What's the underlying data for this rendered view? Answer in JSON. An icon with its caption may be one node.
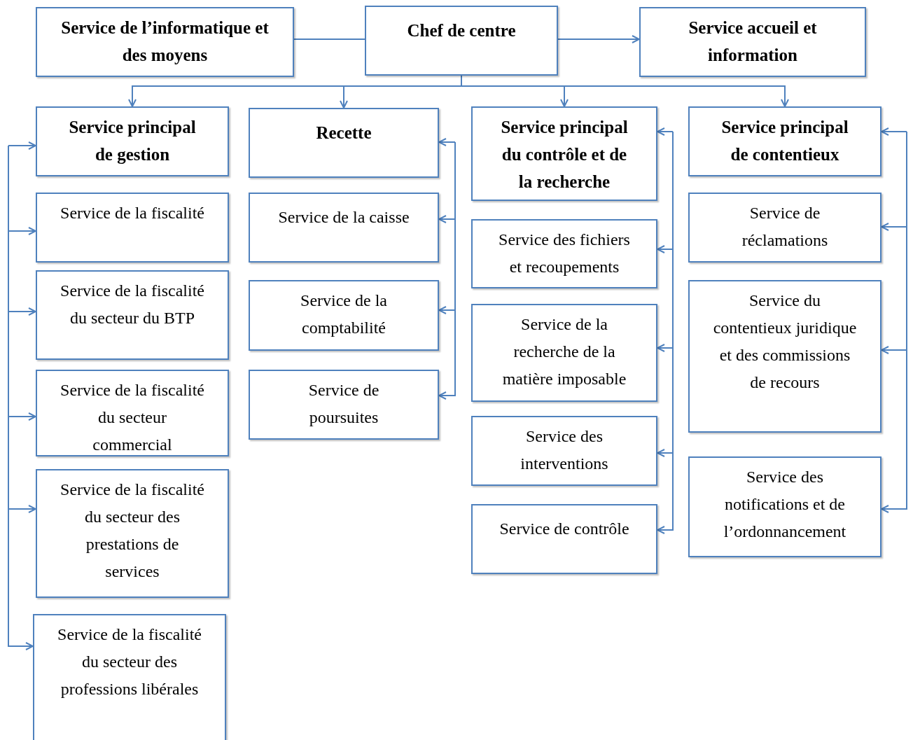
{
  "diagram": {
    "nodes": [
      {
        "text": [
          "Service de l’informatique et des moyens"
        ]
      },
      {
        "text": [
          "Chef de centre"
        ]
      },
      {
        "text": [
          "Service accueil et information"
        ]
      },
      {
        "text": [
          "Service principal de gestion"
        ]
      },
      {
        "text": [
          "Recette"
        ]
      },
      {
        "text": [
          "Service principal du contrôle et de la recherche"
        ]
      },
      {
        "text": [
          "Service principal de contentieux"
        ]
      },
      {
        "text": [
          "Service de la fiscalité"
        ]
      },
      {
        "text": [
          "Service de la fiscalité du secteur du BTP"
        ]
      },
      {
        "text": [
          "Service de la fiscalité du secteur commercial"
        ]
      },
      {
        "text": [
          "Service de la fiscalité du secteur des prestations de services"
        ]
      },
      {
        "text": [
          "Service de la fiscalité du secteur des professions libérales"
        ]
      },
      {
        "text": [
          "Service de la caisse"
        ]
      },
      {
        "text": [
          "Service de la comptabilité"
        ]
      },
      {
        "text": [
          "Service de poursuites"
        ]
      },
      {
        "text": [
          "Service des fichiers et recoupements"
        ]
      },
      {
        "text": [
          "Service de la recherche de la matière imposable"
        ]
      },
      {
        "text": [
          "Service des interventions"
        ]
      },
      {
        "text": [
          "Service de contrôle"
        ]
      },
      {
        "text": [
          "Service de réclamations"
        ]
      },
      {
        "text": [
          "Service du contentieux juridique et des commissions de recours"
        ]
      },
      {
        "text": [
          "Service des notifications et de l’ordonnancement"
        ]
      }
    ],
    "edges": [
      {
        "from": 1,
        "to": 0,
        "arrow": "none"
      },
      {
        "from": 1,
        "to": 2,
        "arrow": "to"
      },
      {
        "from": 1,
        "to": 3,
        "arrow": "to"
      },
      {
        "from": 1,
        "to": 4,
        "arrow": "to"
      },
      {
        "from": 1,
        "to": 5,
        "arrow": "to"
      },
      {
        "from": 1,
        "to": 6,
        "arrow": "to"
      },
      {
        "from": null,
        "to": 3,
        "arrow": "to"
      },
      {
        "from": null,
        "to": 7,
        "arrow": "to"
      },
      {
        "from": null,
        "to": 8,
        "arrow": "to"
      },
      {
        "from": null,
        "to": 9,
        "arrow": "to"
      },
      {
        "from": null,
        "to": 10,
        "arrow": "to"
      },
      {
        "from": null,
        "to": 11,
        "arrow": "to"
      },
      {
        "from": null,
        "to": 4,
        "arrow": "to"
      },
      {
        "from": null,
        "to": 12,
        "arrow": "to"
      },
      {
        "from": null,
        "to": 13,
        "arrow": "to"
      },
      {
        "from": null,
        "to": 14,
        "arrow": "to"
      },
      {
        "from": null,
        "to": 5,
        "arrow": "to"
      },
      {
        "from": null,
        "to": 15,
        "arrow": "to"
      },
      {
        "from": null,
        "to": 16,
        "arrow": "to"
      },
      {
        "from": null,
        "to": 17,
        "arrow": "to"
      },
      {
        "from": null,
        "to": 18,
        "arrow": "to"
      },
      {
        "from": null,
        "to": 6,
        "arrow": "to"
      },
      {
        "from": null,
        "to": 19,
        "arrow": "to"
      },
      {
        "from": null,
        "to": 20,
        "arrow": "to"
      },
      {
        "from": null,
        "to": 21,
        "arrow": "to"
      }
    ]
  }
}
